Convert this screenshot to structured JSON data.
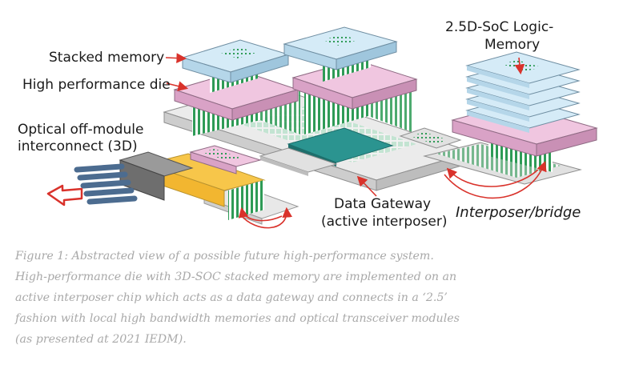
{
  "figure": {
    "labels": {
      "stacked_memory": "Stacked memory",
      "high_performance_die": "High performance die",
      "optical_line1": "Optical off-module",
      "optical_line2": "interconnect (3D)",
      "soc_line1": "2.5D-SoC Logic-",
      "soc_line2": "Memory",
      "gateway_line1": "Data Gateway",
      "gateway_line2": "(active interposer)",
      "interposer_bridge": "Interposer/bridge"
    },
    "colors": {
      "memory": "#cfe6f3",
      "die": "#eab8d8",
      "interposer": "#e6e6e6",
      "pillars": "#2e9b56",
      "gateway_core": "#2b9490",
      "optical_module": "#f7c64a",
      "arrows": "#d9322b"
    }
  },
  "caption": {
    "text": "Figure 1: Abstracted view of a possible future high-performance system. High-performance die with 3D-SOC stacked memory are implemented on an active interposer chip which acts as a data gateway and connects in a ‘2.5’ fashion with local high bandwidth memories and optical transceiver modules (as presented at 2021 IEDM)."
  }
}
